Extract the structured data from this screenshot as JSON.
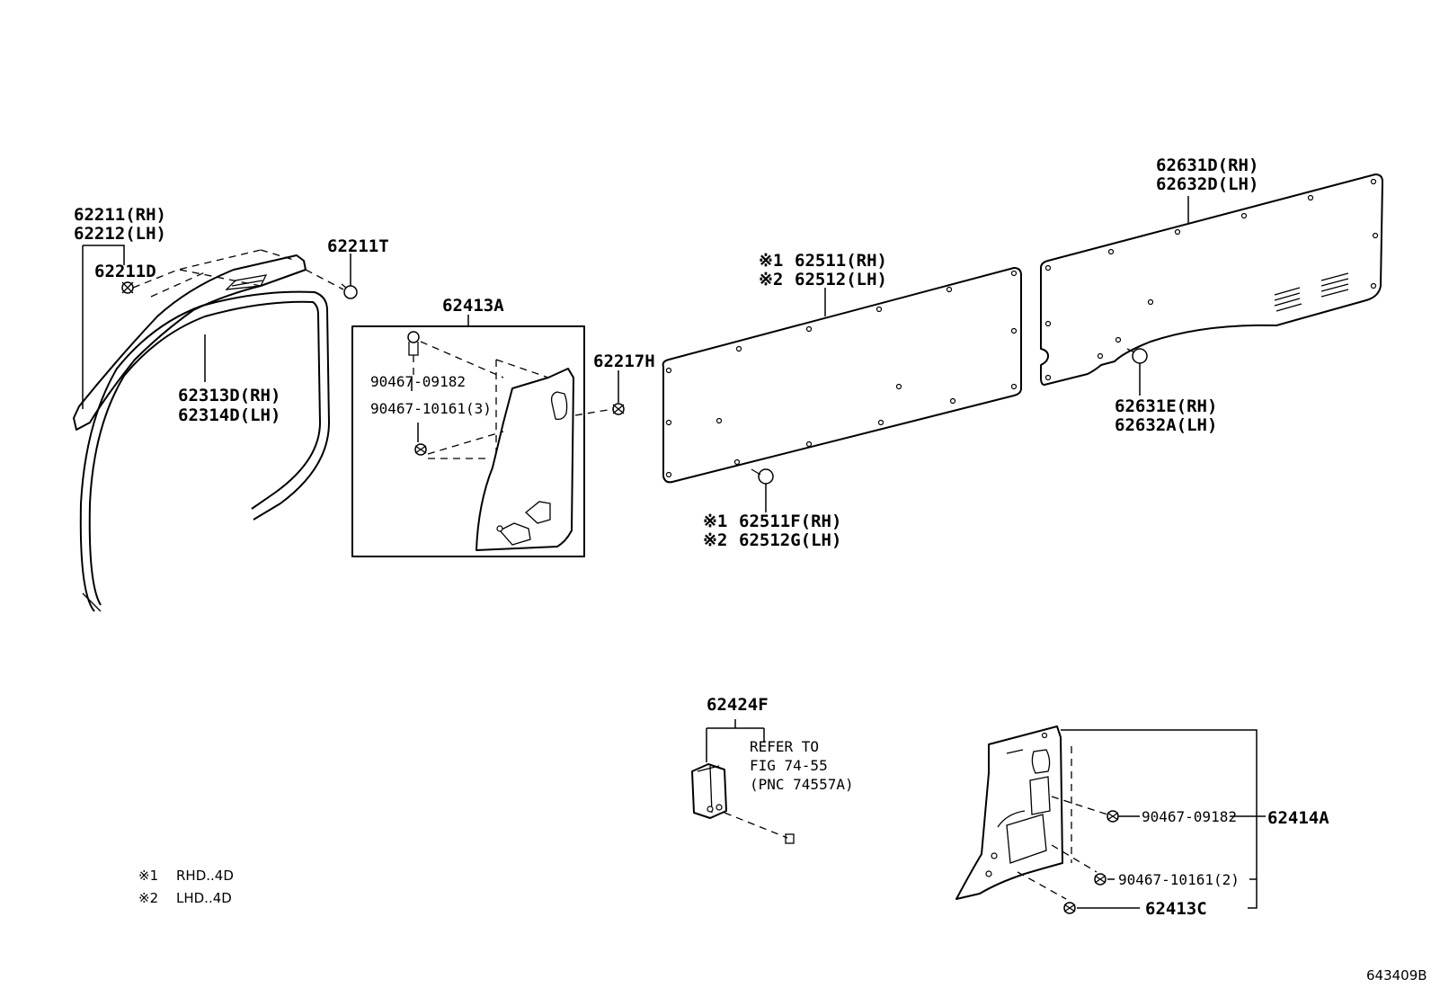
{
  "labels": {
    "p62211": "62211(RH)",
    "p62212": "62212(LH)",
    "p62211D": "62211D",
    "p62211T": "62211T",
    "p62313D": "62313D(RH)",
    "p62314D": "62314D(LH)",
    "p62413A": "62413A",
    "p90467_09182_a": "90467-09182",
    "p90467_10161_3": "90467-10161(3)",
    "p62217H": "62217H",
    "mark1_a": "※1",
    "p62511": "62511(RH)",
    "mark2_a": "※2",
    "p62512": "62512(LH)",
    "mark1_b": "※1",
    "p62511F": "62511F(RH)",
    "mark2_b": "※2",
    "p62512G": "62512G(LH)",
    "p62631D": "62631D(RH)",
    "p62632D": "62632D(LH)",
    "p62631E": "62631E(RH)",
    "p62632A": "62632A(LH)",
    "p62424F": "62424F",
    "refer1": "REFER TO",
    "refer2": "FIG 74-55",
    "refer3": "(PNC 74557A)",
    "p90467_09182_b": "90467-09182",
    "p90467_10161_2": "90467-10161(2)",
    "p62414A": "62414A",
    "p62413C": "62413C"
  },
  "legend": {
    "mark1": "※1",
    "text1": "RHD..4D",
    "mark2": "※2",
    "text2": "LHD..4D"
  },
  "figure_id": "643409B"
}
